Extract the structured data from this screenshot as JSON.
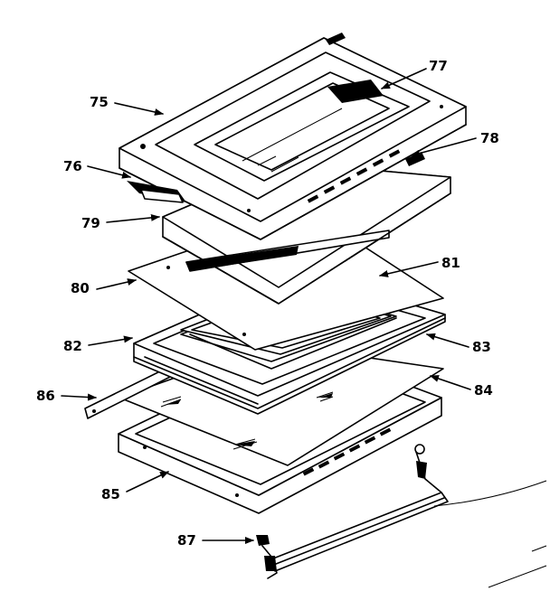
{
  "callouts": {
    "c75": "75",
    "c76": "76",
    "c77": "77",
    "c78": "78",
    "c79": "79",
    "c80": "80",
    "c81": "81",
    "c82": "82",
    "c83": "83",
    "c84": "84",
    "c85": "85",
    "c86": "86",
    "c87": "87"
  }
}
